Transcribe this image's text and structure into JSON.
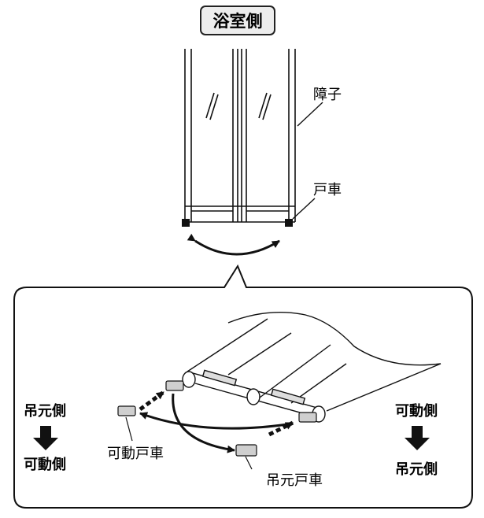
{
  "header": {
    "title": "浴室側"
  },
  "labels": {
    "shoji": "障子",
    "togurma_top": "戸車",
    "left_from": "吊元側",
    "left_to": "可動側",
    "right_from": "可動側",
    "right_to": "吊元側",
    "movable_roller": "可動戸車",
    "hanging_roller": "吊元戸車"
  }
}
